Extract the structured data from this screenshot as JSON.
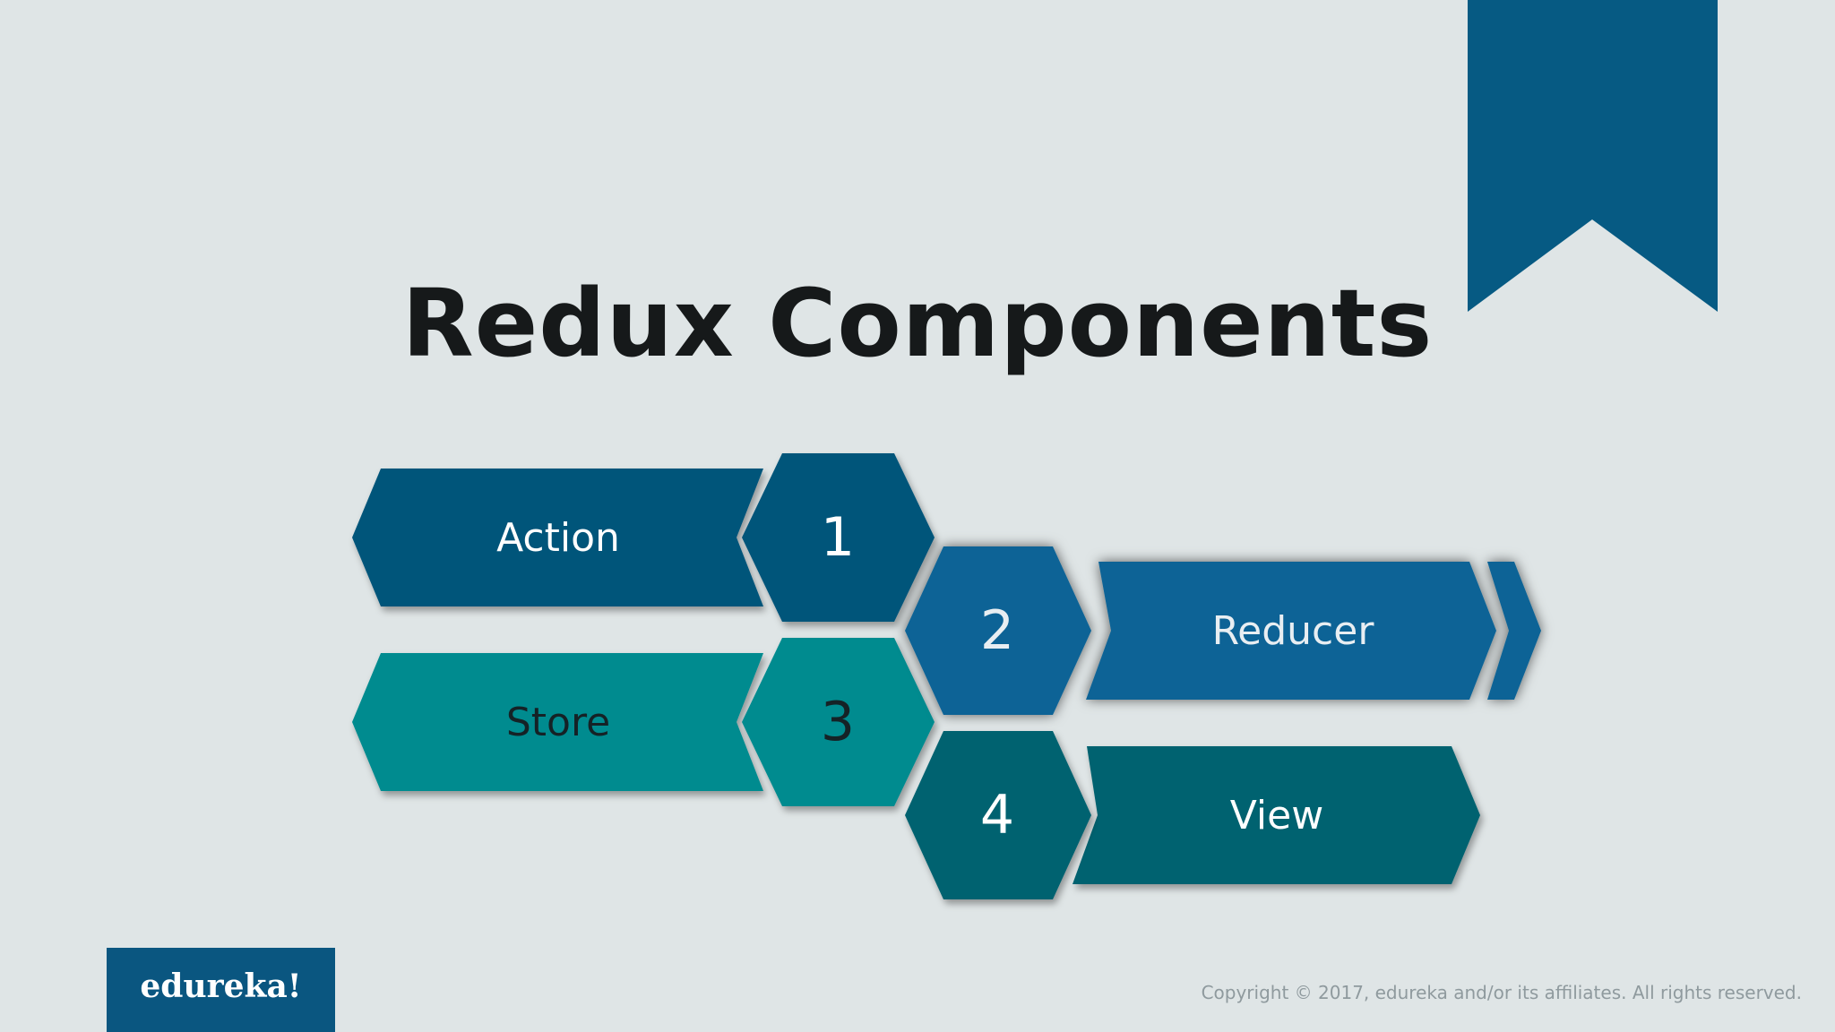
{
  "slide": {
    "title": "Redux Components",
    "copyright": "Copyright © 2017, edureka and/or its affiliates. All rights reserved.",
    "logo_text": "edureka!"
  },
  "components": [
    {
      "number": "1",
      "label": "Action",
      "color": "#06557a",
      "text_color": "#ffffff"
    },
    {
      "number": "2",
      "label": "Reducer",
      "color": "#0b6496",
      "text_color": "#ffffff"
    },
    {
      "number": "3",
      "label": "Store",
      "color": "#068b8f",
      "text_color": "#152226"
    },
    {
      "number": "4",
      "label": "View",
      "color": "#03626f",
      "text_color": "#ffffff"
    }
  ],
  "colors": {
    "background": "#dfe5e6",
    "ribbon": "#065a83",
    "logo_bg": "#0a5680"
  },
  "icons": {
    "ribbon": "bookmark-ribbon-icon"
  }
}
